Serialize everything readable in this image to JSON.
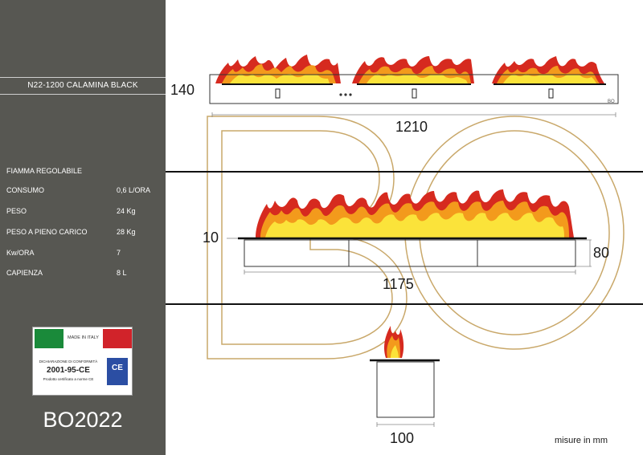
{
  "product": {
    "model": "N22-1200 CALAMINA BLACK",
    "code": "BO2022"
  },
  "specs": {
    "title": "FIAMMA REGOLABILE",
    "rows": [
      {
        "label": "CONSUMO",
        "value": "0,6 L/ORA"
      },
      {
        "label": "PESO",
        "value": "24 Kg"
      },
      {
        "label": "PESO A PIENO CARICO",
        "value": "28 Kg"
      },
      {
        "label": "Kw/ORA",
        "value": "7"
      },
      {
        "label": "CAPIENZA",
        "value": "8 L"
      }
    ]
  },
  "certificate": {
    "made_in": "MADE IN ITALY",
    "declaration": "DICHIARAZIONE DI CONFORMITÀ",
    "number": "2001-95-CE",
    "subtitle": "Prodotto certificato a norme CE",
    "mark": "CE"
  },
  "dimensions": {
    "top_height": "140",
    "top_width": "1210",
    "front_thickness": "10",
    "front_height": "80",
    "front_width": "1175",
    "side_width": "100",
    "units": "misure in mm",
    "bo_watermark": "BO",
    "badge": "BO"
  },
  "colors": {
    "sidebar": "#575752",
    "flame_outer": "#d62a1f",
    "flame_mid": "#f39a1c",
    "flame_inner": "#fbe33a",
    "watermark": "#c9a86a"
  }
}
